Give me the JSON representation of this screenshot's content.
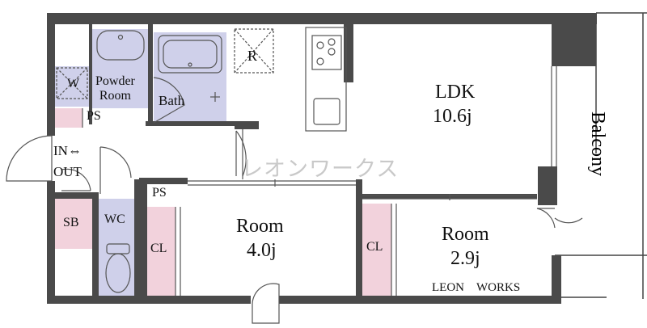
{
  "rooms": {
    "ldk": {
      "name": "LDK",
      "size": "10.6j"
    },
    "room1": {
      "name": "Room",
      "size": "4.0j"
    },
    "room2": {
      "name": "Room",
      "size": "2.9j"
    },
    "powder_room": "Powder\nRoom",
    "bath": "Bath",
    "wc": "WC",
    "sb": "SB",
    "cl1": "CL",
    "cl2": "CL",
    "ps1": "PS",
    "ps2": "PS",
    "entrance": "IN⇔\nOUT",
    "washer": "W",
    "fridge": "R",
    "balcony": "Balcony"
  },
  "watermark": "レオンワークス",
  "brand": "LEON　WORKS",
  "colors": {
    "wall": "#4a4a4a",
    "blue": "#cfd0ea",
    "pink": "#f2d2dc",
    "line": "#444444",
    "watermark": "#c9c9c9"
  }
}
